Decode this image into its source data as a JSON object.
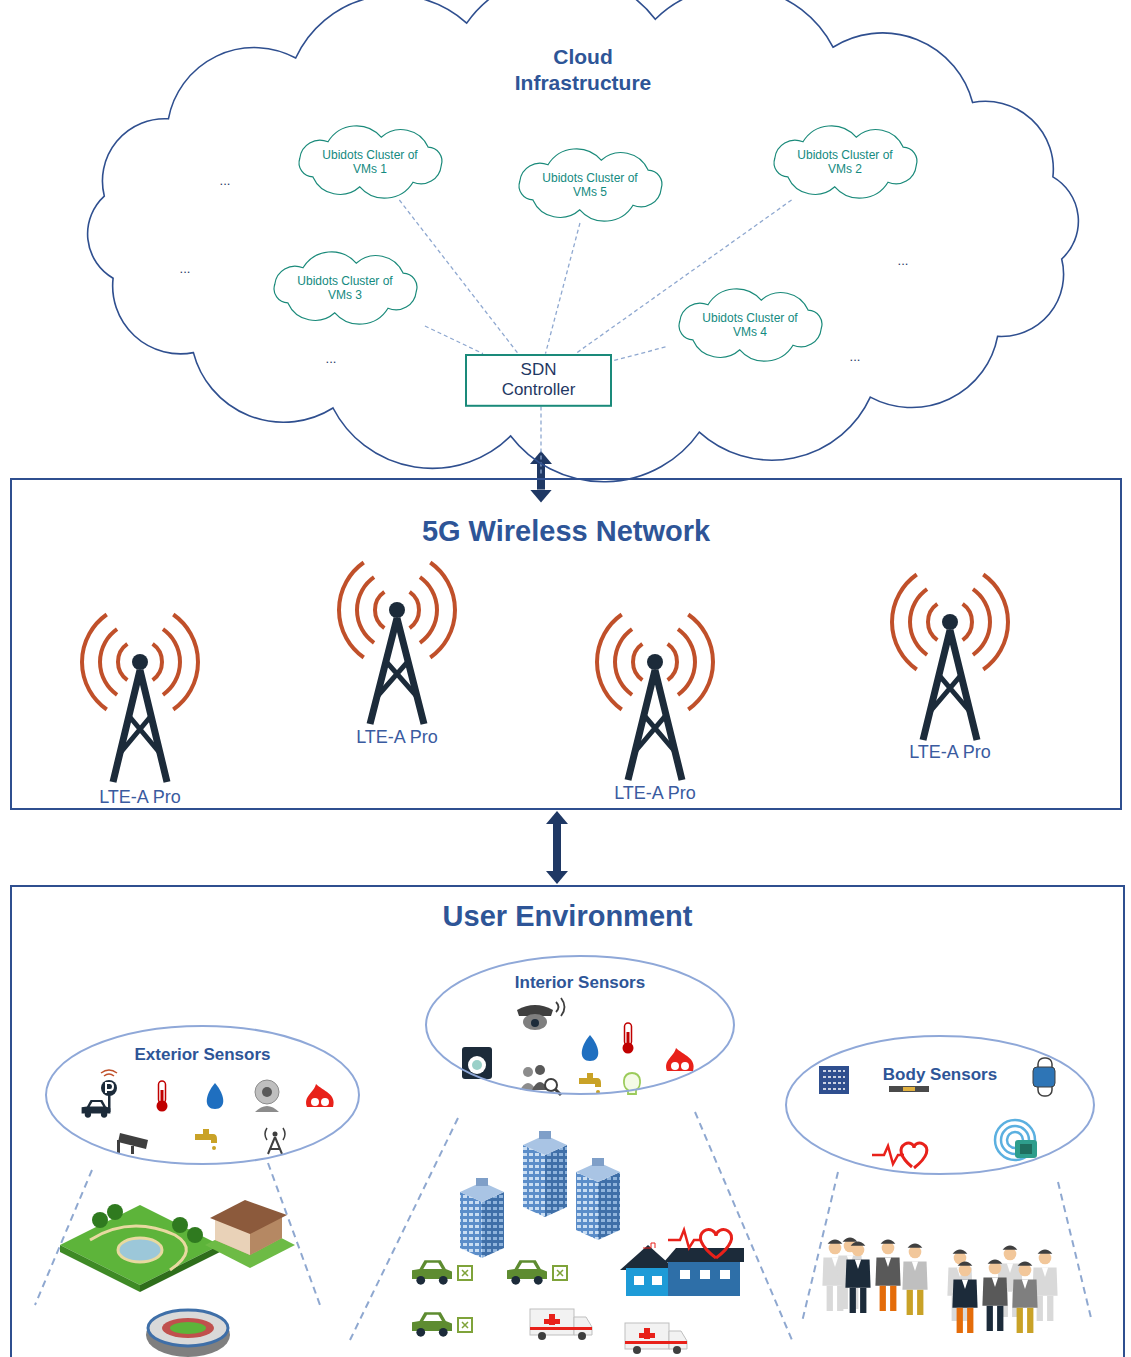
{
  "diagram": {
    "nodes": [
      {
        "text": [
          "Cloud Infrastructure"
        ]
      },
      {
        "text": [
          "Ubidots Cluster of VMs 1"
        ],
        "in": 0
      },
      {
        "text": [
          "Ubidots Cluster of VMs 5"
        ],
        "in": 0
      },
      {
        "text": [
          "Ubidots Cluster of VMs 2"
        ],
        "in": 0
      },
      {
        "text": [
          "Ubidots Cluster of VMs 3"
        ],
        "in": 0
      },
      {
        "text": [
          "Ubidots Cluster of VMs 4"
        ],
        "in": 0
      },
      {
        "text": [
          "SDN Controller"
        ],
        "in": 0
      },
      {
        "text": [
          "5G Wireless Network"
        ]
      },
      {
        "text": [
          "User Environment"
        ]
      },
      {
        "text": [
          "Exterior Sensors"
        ],
        "in": 8
      },
      {
        "text": [
          "Interior Sensors"
        ],
        "in": 8
      },
      {
        "text": [
          "Body Sensors"
        ],
        "in": 8
      }
    ],
    "edges": [
      {
        "from": 1,
        "to": 6,
        "arrow": "none"
      },
      {
        "from": 2,
        "to": 6,
        "arrow": "none"
      },
      {
        "from": 3,
        "to": 6,
        "arrow": "none"
      },
      {
        "from": 4,
        "to": 6,
        "arrow": "none"
      },
      {
        "from": 5,
        "to": 6,
        "arrow": "none"
      },
      {
        "from": 0,
        "to": 7,
        "arrow": "both"
      },
      {
        "from": 7,
        "to": 8,
        "arrow": "both"
      }
    ],
    "labels": [
      "...",
      "...",
      "...",
      "...",
      "...",
      "LTE-A Pro",
      "LTE-A Pro",
      "LTE-A Pro",
      "LTE-A Pro"
    ]
  }
}
